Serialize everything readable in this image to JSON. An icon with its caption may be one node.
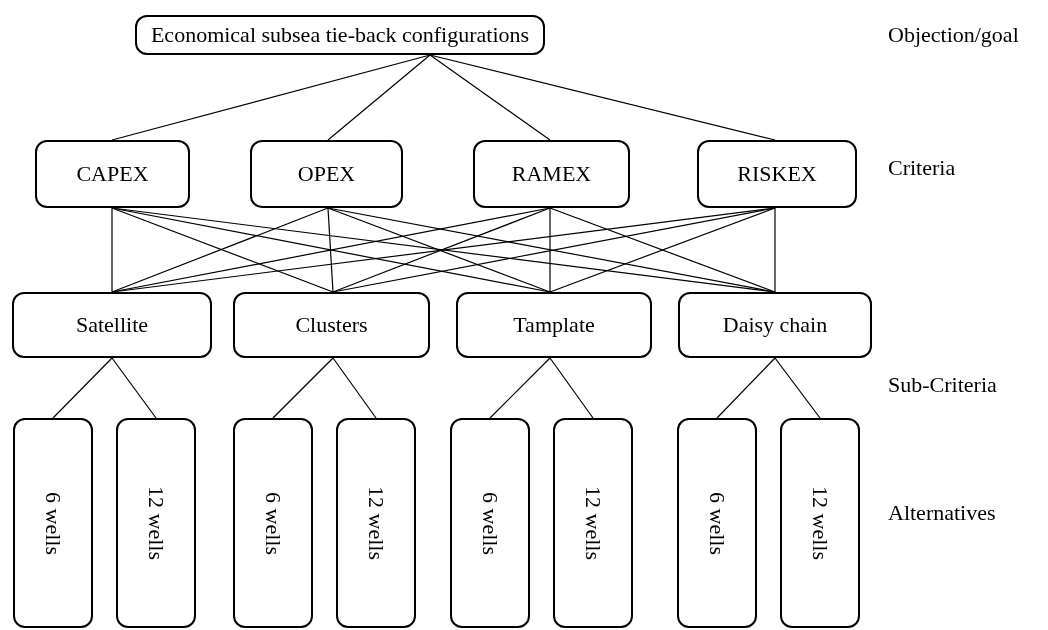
{
  "diagram": {
    "nodes": [
      {
        "text": [
          "Economical subsea tie-back configurations"
        ]
      },
      {
        "text": [
          "CAPEX"
        ]
      },
      {
        "text": [
          "OPEX"
        ]
      },
      {
        "text": [
          "RAMEX"
        ]
      },
      {
        "text": [
          "RISKEX"
        ]
      },
      {
        "text": [
          "Satellite"
        ]
      },
      {
        "text": [
          "Clusters"
        ]
      },
      {
        "text": [
          "Tamplate"
        ]
      },
      {
        "text": [
          "Daisy chain"
        ]
      },
      {
        "text": [
          "6 wells"
        ]
      },
      {
        "text": [
          "12 wells"
        ]
      },
      {
        "text": [
          "6 wells"
        ]
      },
      {
        "text": [
          "12 wells"
        ]
      },
      {
        "text": [
          "6 wells"
        ]
      },
      {
        "text": [
          "12 wells"
        ]
      },
      {
        "text": [
          "6 wells"
        ]
      },
      {
        "text": [
          "12 wells"
        ]
      }
    ],
    "edges": [
      {
        "from": 0,
        "to": 1,
        "arrow": "none"
      },
      {
        "from": 0,
        "to": 2,
        "arrow": "none"
      },
      {
        "from": 0,
        "to": 3,
        "arrow": "none"
      },
      {
        "from": 0,
        "to": 4,
        "arrow": "none"
      },
      {
        "from": 1,
        "to": 5,
        "arrow": "none"
      },
      {
        "from": 1,
        "to": 6,
        "arrow": "none"
      },
      {
        "from": 1,
        "to": 7,
        "arrow": "none"
      },
      {
        "from": 1,
        "to": 8,
        "arrow": "none"
      },
      {
        "from": 2,
        "to": 5,
        "arrow": "none"
      },
      {
        "from": 2,
        "to": 6,
        "arrow": "none"
      },
      {
        "from": 2,
        "to": 7,
        "arrow": "none"
      },
      {
        "from": 2,
        "to": 8,
        "arrow": "none"
      },
      {
        "from": 3,
        "to": 5,
        "arrow": "none"
      },
      {
        "from": 3,
        "to": 6,
        "arrow": "none"
      },
      {
        "from": 3,
        "to": 7,
        "arrow": "none"
      },
      {
        "from": 3,
        "to": 8,
        "arrow": "none"
      },
      {
        "from": 4,
        "to": 5,
        "arrow": "none"
      },
      {
        "from": 4,
        "to": 6,
        "arrow": "none"
      },
      {
        "from": 4,
        "to": 7,
        "arrow": "none"
      },
      {
        "from": 4,
        "to": 8,
        "arrow": "none"
      },
      {
        "from": 5,
        "to": 9,
        "arrow": "none"
      },
      {
        "from": 5,
        "to": 10,
        "arrow": "none"
      },
      {
        "from": 6,
        "to": 11,
        "arrow": "none"
      },
      {
        "from": 6,
        "to": 12,
        "arrow": "none"
      },
      {
        "from": 7,
        "to": 13,
        "arrow": "none"
      },
      {
        "from": 7,
        "to": 14,
        "arrow": "none"
      },
      {
        "from": 8,
        "to": 15,
        "arrow": "none"
      },
      {
        "from": 8,
        "to": 16,
        "arrow": "none"
      }
    ],
    "labels": [
      "Objection/goal",
      "Criteria",
      "Sub-Criteria",
      "Alternatives"
    ]
  }
}
